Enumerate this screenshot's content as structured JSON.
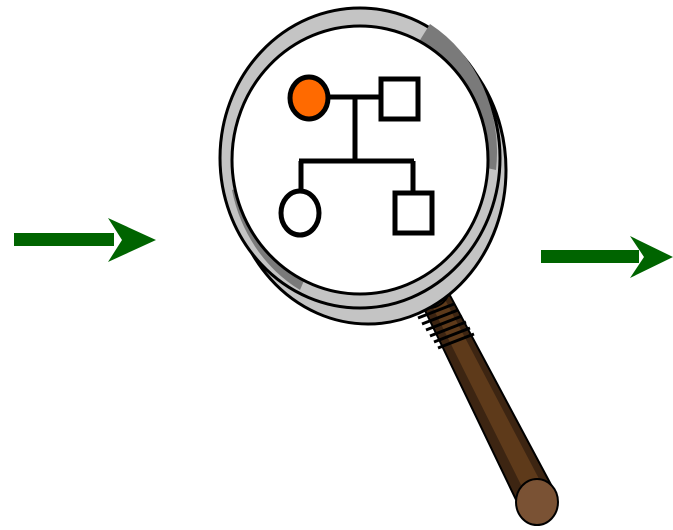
{
  "colors": {
    "arrow": "#006400",
    "affected_female": "#ff6a00",
    "lens_rim_dark": "#7a7a7a",
    "lens_rim_light": "#c4c4c4",
    "lens_glass": "#ffffff",
    "handle_dark": "#3d2512",
    "handle_mid": "#5e3a1a",
    "handle_light": "#7a5234",
    "outline": "#000000"
  },
  "icons": {
    "left_arrow": "arrow-right-icon",
    "right_arrow": "arrow-right-icon",
    "magnifier": "magnifying-glass-icon"
  },
  "pedigree": {
    "parents": [
      {
        "sex": "female",
        "affected": true
      },
      {
        "sex": "male",
        "affected": false
      }
    ],
    "children": [
      {
        "sex": "female",
        "affected": false
      },
      {
        "sex": "male",
        "affected": false
      }
    ]
  }
}
